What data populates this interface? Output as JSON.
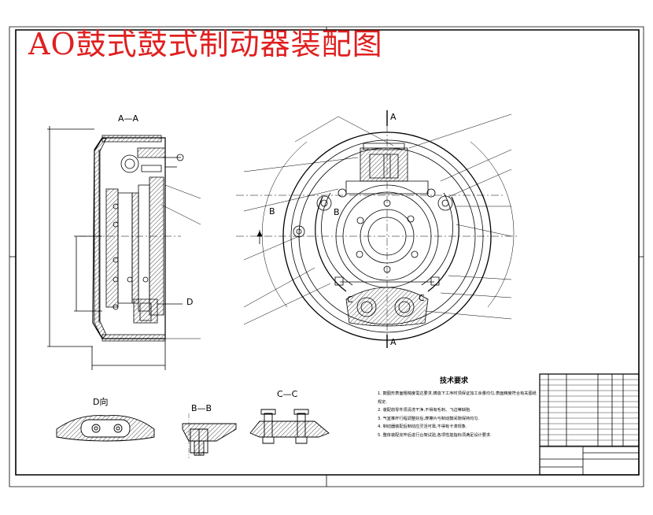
{
  "drawing": {
    "title": "AO鼓式鼓式制动器装配图",
    "views": {
      "section_aa": "A—A",
      "direction_d": "D向",
      "section_bb": "B—B",
      "section_cc": "C—C"
    },
    "section_markers": {
      "a_top": "A",
      "a_bottom": "A",
      "b_left": "B",
      "b_right": "B",
      "c_left": "C",
      "c_right": "C",
      "d_arrow": "D"
    },
    "tech_requirements": {
      "title": "技术要求",
      "items": [
        "1. 鼓图形表面粗糙度需达要求,铸造下工序时须保证加工余量均匀,表面精度符合有关图纸规定.",
        "2. 装配前零件须清洗干净,不得有毛刺、飞边等缺陷.",
        "3. 气室推杆行程调整好后,摩擦片与制动鼓间隙保持均匀.",
        "4. 制动器装配后制动应灵活可靠,不得有卡滞现象.",
        "5. 整体装配完毕后进行台架试验,各项性能指标须满足设计要求."
      ]
    }
  },
  "colors": {
    "title_red": "#e02020",
    "line_black": "#000000",
    "background": "#ffffff"
  }
}
